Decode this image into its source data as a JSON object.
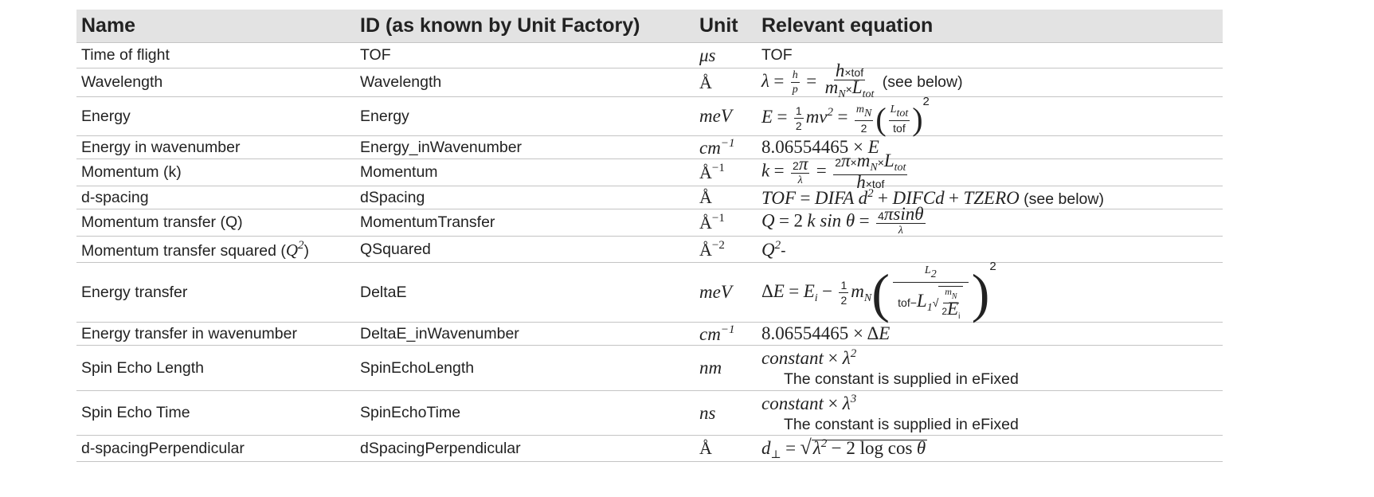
{
  "header": {
    "name": "Name",
    "id": "ID (as known by Unit Factory)",
    "unit": "Unit",
    "equation": "Relevant equation"
  },
  "rows": [
    {
      "name": "Time of flight",
      "id": "TOF",
      "unit": "μs",
      "equation": "TOF"
    },
    {
      "name": "Wavelength",
      "id": "Wavelength",
      "unit": "Å",
      "equation": "λ = h/p = h×tof / (m_N×L_tot)",
      "note": "(see below)"
    },
    {
      "name": "Energy",
      "id": "Energy",
      "unit": "meV",
      "equation": "E = ½mv² = (m_N/2)(L_tot/tof)²"
    },
    {
      "name": "Energy in wavenumber",
      "id": "Energy_inWavenumber",
      "unit": "cm⁻¹",
      "equation": "8.06554465 × E"
    },
    {
      "name": "Momentum (k)",
      "id": "Momentum",
      "unit": "Å⁻¹",
      "equation": "k = 2π/λ = 2π×m_N×L_tot / (h×tof)"
    },
    {
      "name": "d-spacing",
      "id": "dSpacing",
      "unit": "Å",
      "equation": "TOF = DIFA d² + DIFC d + TZERO",
      "note": "(see below)"
    },
    {
      "name": "Momentum transfer (Q)",
      "id": "MomentumTransfer",
      "unit": "Å⁻¹",
      "equation": "Q = 2 k sin θ = 4πsinθ/λ"
    },
    {
      "name": "Momentum transfer squared (Q²)",
      "id": "QSquared",
      "unit": "Å⁻²",
      "equation": "Q²"
    },
    {
      "name": "Energy transfer",
      "id": "DeltaE",
      "unit": "meV",
      "equation": "ΔE = E_i − ½ m_N (L₂ / (tof − L₁√(m_N/2E_i)))²"
    },
    {
      "name": "Energy transfer in wavenumber",
      "id": "DeltaE_inWavenumber",
      "unit": "cm⁻¹",
      "equation": "8.06554465 × ΔE"
    },
    {
      "name": "Spin Echo Length",
      "id": "SpinEchoLength",
      "unit": "nm",
      "equation": "constant × λ²",
      "note": "The constant is supplied in eFixed"
    },
    {
      "name": "Spin Echo Time",
      "id": "SpinEchoTime",
      "unit": "ns",
      "equation": "constant × λ³",
      "note": "The constant is supplied in eFixed"
    },
    {
      "name": "d-spacingPerpendicular",
      "id": "dSpacingPerpendicular",
      "unit": "Å",
      "equation": "d⊥ = √(λ² − 2 log cos θ)"
    }
  ]
}
